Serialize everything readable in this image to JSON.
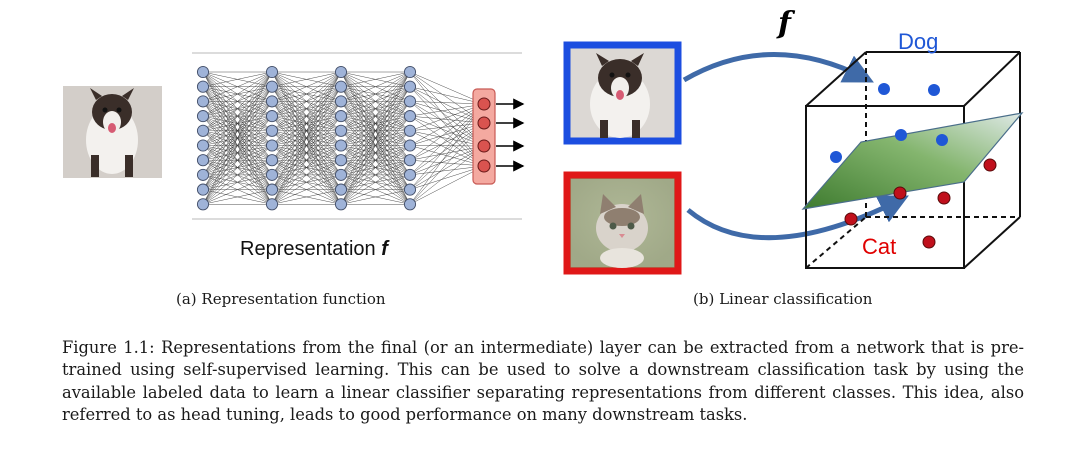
{
  "figure": {
    "representation_label": "Representation",
    "representation_symbol": "f",
    "arrow_label": "f",
    "dog_label": "Dog",
    "cat_label": "Cat",
    "subcaption_a": "(a) Representation function",
    "subcaption_b": "(b) Linear classification",
    "caption": "Figure 1.1: Representations from the final (or an intermediate) layer can be extracted from a network that is pre-trained using self-supervised learning. This can be used to solve a downstream classification task by using the available labeled data to learn a linear classifier separating representations from different classes. This idea, also referred to as head tuning, leads to good performance on many downstream tasks.",
    "colors": {
      "node": "#9fb3d8",
      "output_node": "#d9534f",
      "output_box": "#f4a9a0",
      "dog_class": "#1f57d6",
      "cat_class": "#c0101c",
      "dog_border": "#1c4ee0",
      "cat_border": "#e01818",
      "plane": "#5f9a4a",
      "arrow": "#3f6aa8"
    }
  }
}
